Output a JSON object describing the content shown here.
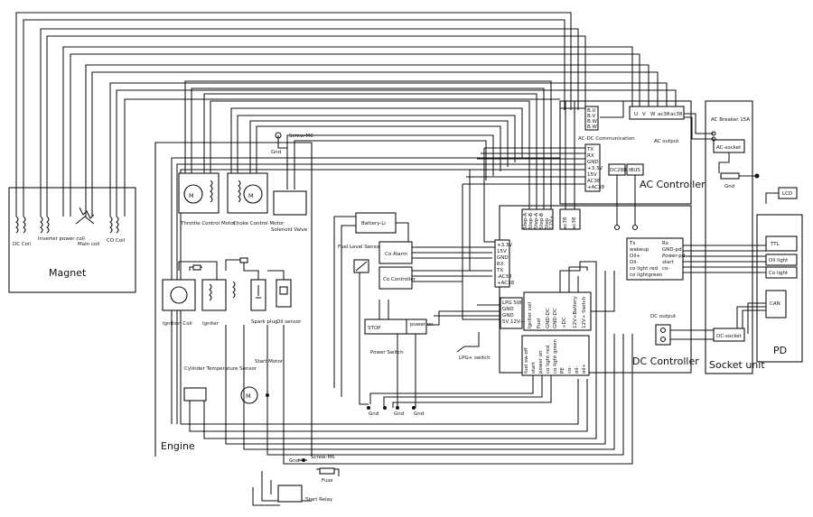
{
  "sections": {
    "magnet": "Magnet",
    "engine": "Engine",
    "dc_controller": "DC Controller",
    "ac_controller": "AC Controller",
    "socket_unit": "Socket unit",
    "pd": "PD"
  },
  "magnet_coils": [
    "DC Coil",
    "Inverter power coil",
    "Main coil",
    "CO Coil"
  ],
  "engine_parts": {
    "throttle": "Throttle Control Motor",
    "choke": "Choke Control Motor",
    "solenoid": "Solenoid Valve",
    "ignition_coil": "Ignition Coil",
    "igniter": "Igniter",
    "spark_plug": "Spark plug",
    "oil_sensor": "Oil sensor",
    "cyl_temp": "Cylinder Temperature Sensor",
    "start_motor": "Start Motor",
    "motor_symbol": "M"
  },
  "labels": {
    "screw_top": "Screw-M6",
    "screw_bottom": "Screw-M6",
    "gnd": "Gnd",
    "fuse": "Fuse",
    "start_relay": "Start Relay",
    "battery": "Battery-Li",
    "fuel_level": "Fuel Level Sensor",
    "co_alarm": "Co Alarm",
    "co_controller": "Co Controller",
    "stop": "STOP",
    "power_on": "power on",
    "power_switch": "Power Switch",
    "lpg_switch": "LPG+ switch",
    "ac_dc_comm": "AC-DC Communication",
    "dc288": "DC288",
    "ibus": "IBUS",
    "ac_breaker": "AC Breaker 15A",
    "ac_output": "AC output",
    "ac_socket": "AC-socket",
    "dc_output": "DC output",
    "dc_socket": "DC-socket",
    "lcd": "LCD",
    "ttl": "TTL",
    "oil_light": "Oil light",
    "co_light": "Co light",
    "can": "CAN"
  },
  "ac_top_terminals": [
    "U",
    "V",
    "W",
    "ac38",
    "ac38"
  ],
  "ac_coil_terminals": [
    "B.U",
    "B.V",
    "B.W",
    "B.W"
  ],
  "ac_comm_pins": [
    "TX",
    "RX",
    "GND",
    "+3.3V",
    "15V",
    "AC38",
    "+AC38"
  ],
  "dc_top_terminals": [
    "Step-A",
    "Step-B",
    "Step-A",
    "Step-B",
    "Step",
    "12V+"
  ],
  "dc_top_terminals_right": [
    "ac38",
    "ac38"
  ],
  "dc_comm_pins": [
    "+3.3V",
    "15V",
    "GND",
    "RX",
    "TX",
    "-AC38",
    "+AC38"
  ],
  "lpg_block": [
    "LPG SW",
    "GND",
    "GND",
    "5V 12V+"
  ],
  "ignition_block": [
    "Igniter coil",
    "Fuel",
    "GND-DC",
    "GND-DC",
    "+DC",
    "12V+Battery",
    "12V+ Switch"
  ],
  "dc_bottom_block": [
    "fuel sw-off",
    "start",
    "power on",
    "co light red",
    "co light green",
    "PE",
    "co-",
    "oil-",
    "oil+"
  ],
  "pd_interface_left": [
    "Tx",
    "wakeup",
    "Oil+",
    "Oil-",
    "co light red",
    "co lightgreen"
  ],
  "pd_interface_right": [
    "Rx",
    "GND-pd",
    "Power-pd",
    "start",
    "co-"
  ]
}
